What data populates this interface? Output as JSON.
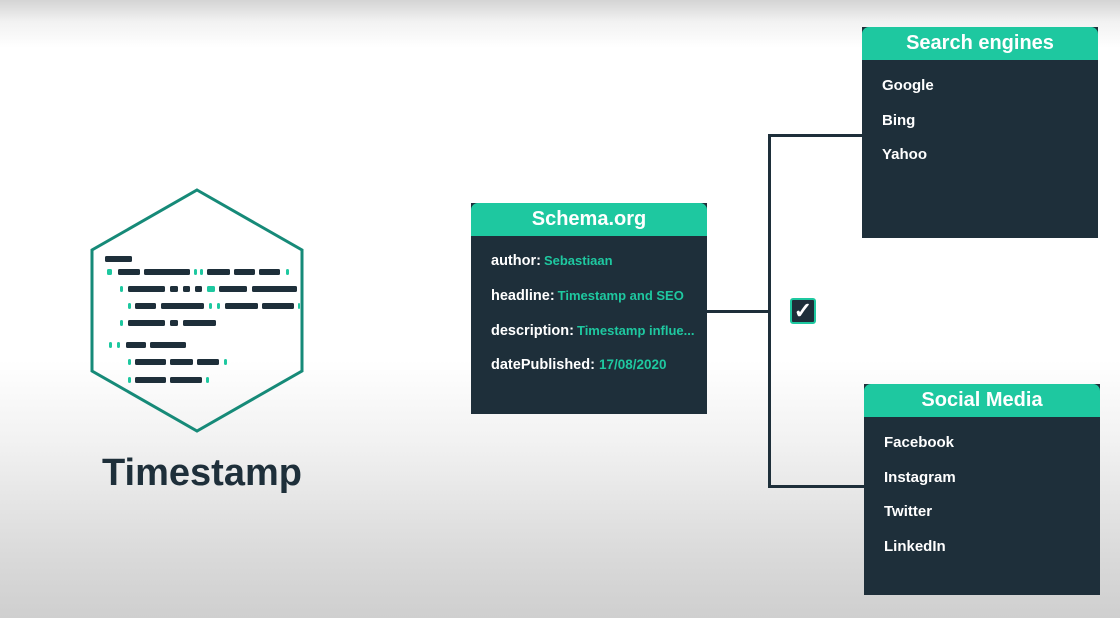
{
  "title": "Timestamp",
  "schema_card": {
    "header": "Schema.org",
    "fields": [
      {
        "key": "author:",
        "value": "Sebastiaan"
      },
      {
        "key": "headline:",
        "value": "Timestamp and SEO"
      },
      {
        "key": "description:",
        "value": "Timestamp influe..."
      },
      {
        "key": "datePublished:",
        "value": "17/08/2020"
      }
    ]
  },
  "search_card": {
    "header": "Search engines",
    "items": [
      "Google",
      "Bing",
      "Yahoo"
    ]
  },
  "social_card": {
    "header": "Social Media",
    "items": [
      "Facebook",
      "Instagram",
      "Twitter",
      "LinkedIn"
    ]
  },
  "check_icon": "checkmark-icon",
  "colors": {
    "teal": "#1ec8a0",
    "hex_outline": "#168a78",
    "dark": "#1e2f3a",
    "white": "#ffffff"
  }
}
